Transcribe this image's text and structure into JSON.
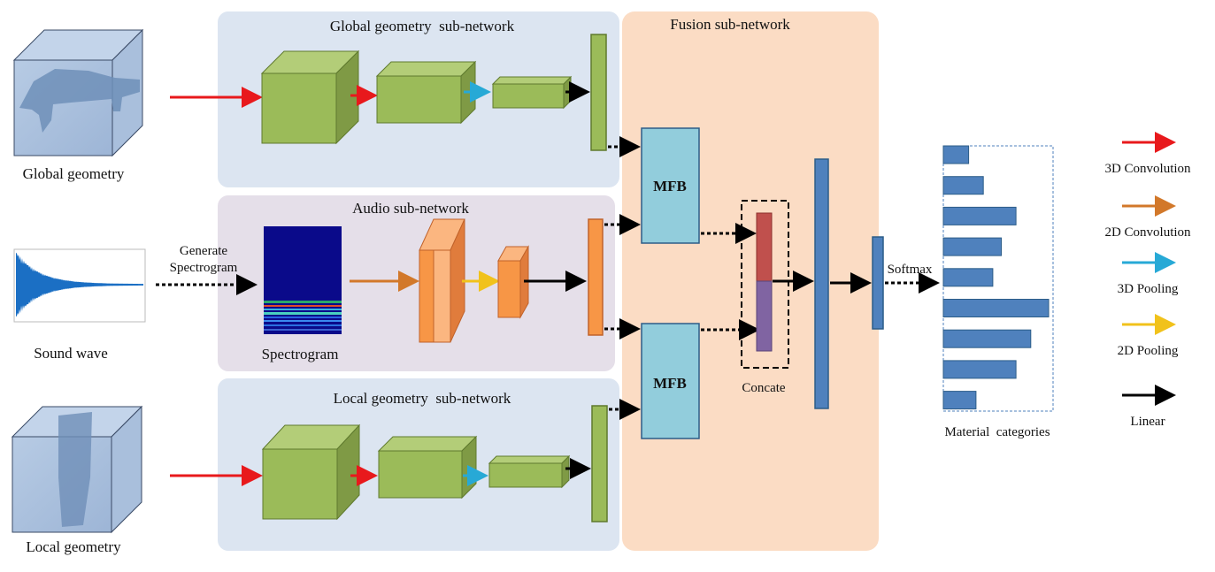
{
  "panels": {
    "global": {
      "title": "Global geometry  sub-network"
    },
    "audio": {
      "title": "Audio sub-network"
    },
    "local": {
      "title": "Local geometry  sub-network"
    },
    "fusion": {
      "title": "Fusion sub-network"
    }
  },
  "inputs": {
    "global_label": "Global geometry",
    "sound_label": "Sound wave",
    "local_label": "Local geometry",
    "generate_line1": "Generate",
    "generate_line2": "Spectrogram",
    "spectrogram_label": "Spectrogram"
  },
  "fusion": {
    "mfb_top": "MFB",
    "mfb_bottom": "MFB",
    "concate": "Concate",
    "softmax": "Softmax"
  },
  "output": {
    "label": "Material  categories",
    "bar_fractions": [
      0.24,
      0.38,
      0.69,
      0.55,
      0.47,
      1.0,
      0.83,
      0.69,
      0.31
    ]
  },
  "legend": [
    {
      "label": "3D Convolution",
      "color": "#e8191c"
    },
    {
      "label": "2D Convolution",
      "color": "#d2782a"
    },
    {
      "label": "3D Pooling",
      "color": "#27a9d6"
    },
    {
      "label": "2D Pooling",
      "color": "#f1c21b"
    },
    {
      "label": "Linear",
      "color": "#000000"
    }
  ],
  "colors": {
    "geometry_panel": "#dce5f1",
    "audio_panel": "#e5dfe9",
    "fusion_panel": "#fbdcc4",
    "green_block": "#9bbb59",
    "orange_block": "#f79646",
    "mfb_fill": "#92cddc",
    "blue_bar": "#4f81bd"
  }
}
